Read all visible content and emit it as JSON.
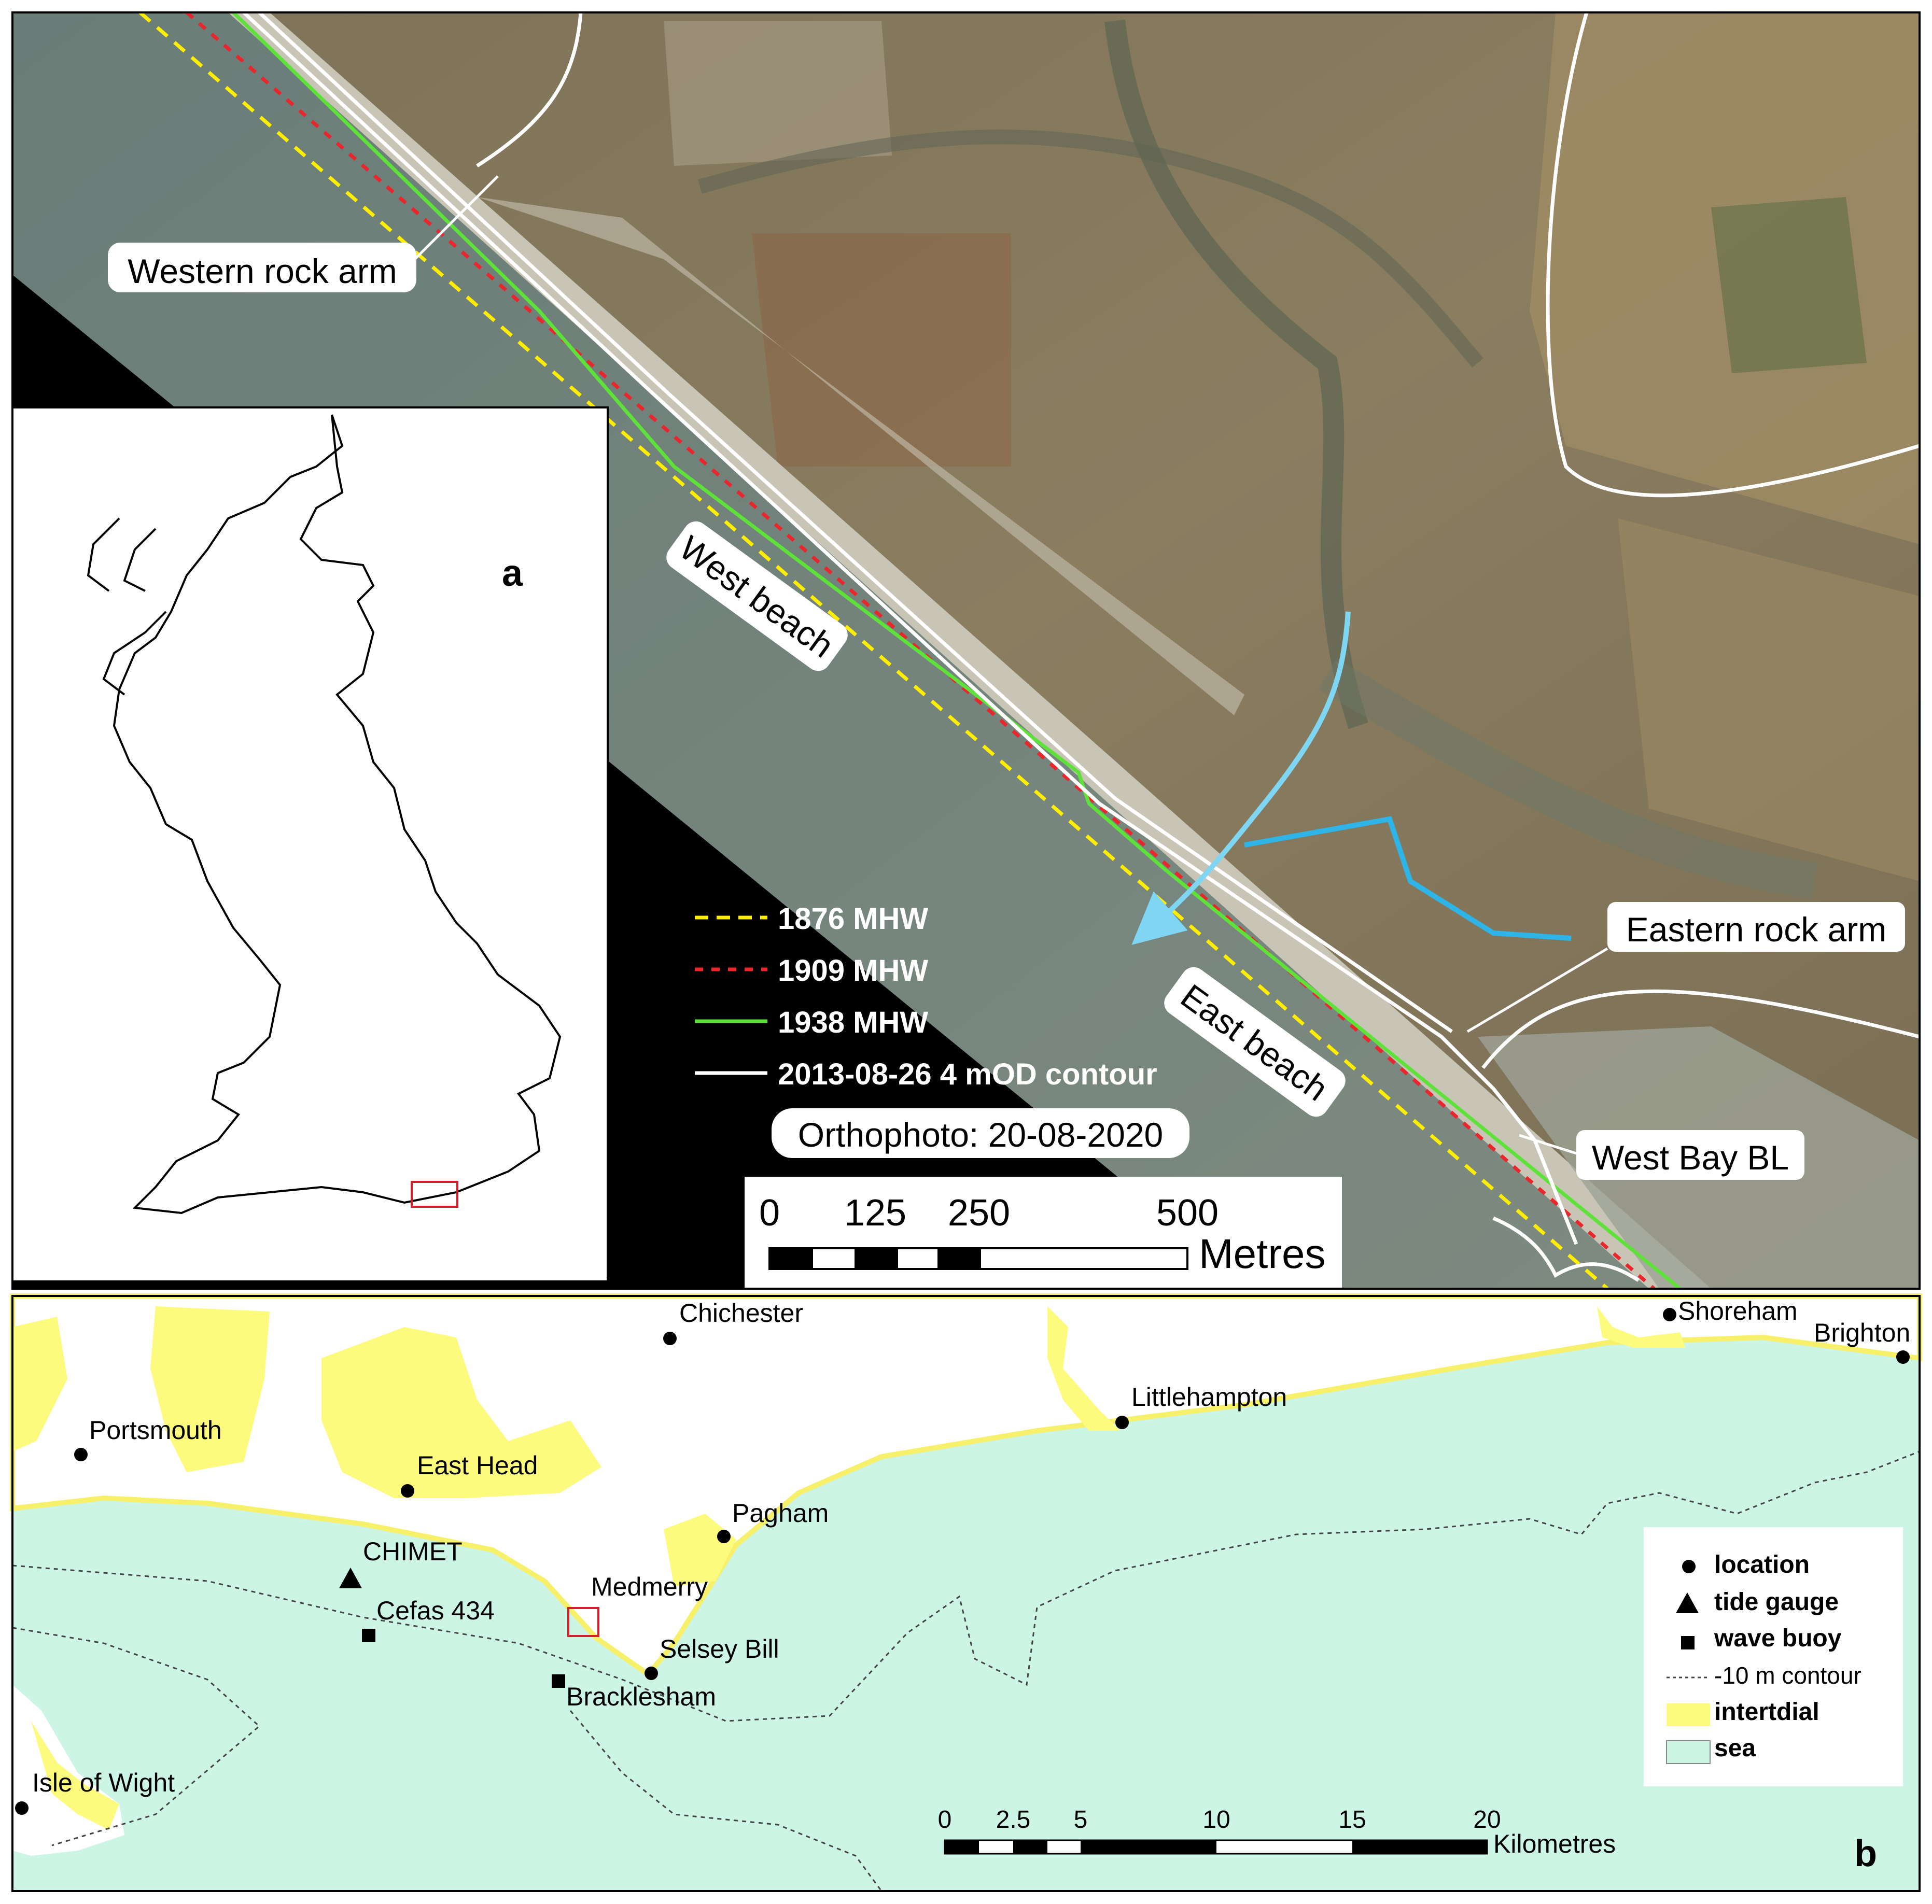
{
  "panel_top": {
    "callouts": {
      "western_rock_arm": "Western rock arm",
      "west_beach": "West beach",
      "east_beach": "East beach",
      "eastern_rock_arm": "Eastern rock arm",
      "west_bay_bl": "West Bay BL"
    },
    "legend": [
      {
        "label": "1876 MHW",
        "color": "#ffee00",
        "style": "dashed"
      },
      {
        "label": "1909 MHW",
        "color": "#e8262b",
        "style": "dotted"
      },
      {
        "label": "1938 MHW",
        "color": "#5ee23a",
        "style": "solid"
      },
      {
        "label": "2013-08-26 4 mOD contour",
        "color": "#ffffff",
        "style": "solid"
      }
    ],
    "orthophoto_label": "Orthophoto: 20-08-2020",
    "scale": {
      "ticks": [
        "0",
        "125",
        "250",
        "500"
      ],
      "unit": "Metres"
    },
    "colors": {
      "channel_blue": "#2eb4e6",
      "arrow_blue": "#7fd6f2"
    }
  },
  "panel_a": {
    "letter": "a"
  },
  "panel_b": {
    "letter": "b",
    "locations": {
      "chichester": "Chichester",
      "shoreham": "Shoreham",
      "brighton": "Brighton",
      "portsmouth": "Portsmouth",
      "littlehampton": "Littlehampton",
      "east_head": "East Head",
      "pagham": "Pagham",
      "chimet": "CHIMET",
      "medmerry": "Medmerry",
      "cefas_434": "Cefas 434",
      "selsey_bill": "Selsey Bill",
      "bracklesham": "Bracklesham",
      "isle_of_wight": "Isle of Wight"
    },
    "legend": {
      "location": "location",
      "tide_gauge": "tide gauge",
      "wave_buoy": "wave buoy",
      "contour": "-10 m contour",
      "intertidal": "intertdial",
      "sea": "sea"
    },
    "scale": {
      "ticks": [
        "0",
        "2.5",
        "5",
        "10",
        "15",
        "20"
      ],
      "unit": "Kilometres"
    },
    "colors": {
      "sea": "#cdf5e6",
      "intertidal": "#fdfb7d",
      "land": "#ffffff"
    }
  }
}
